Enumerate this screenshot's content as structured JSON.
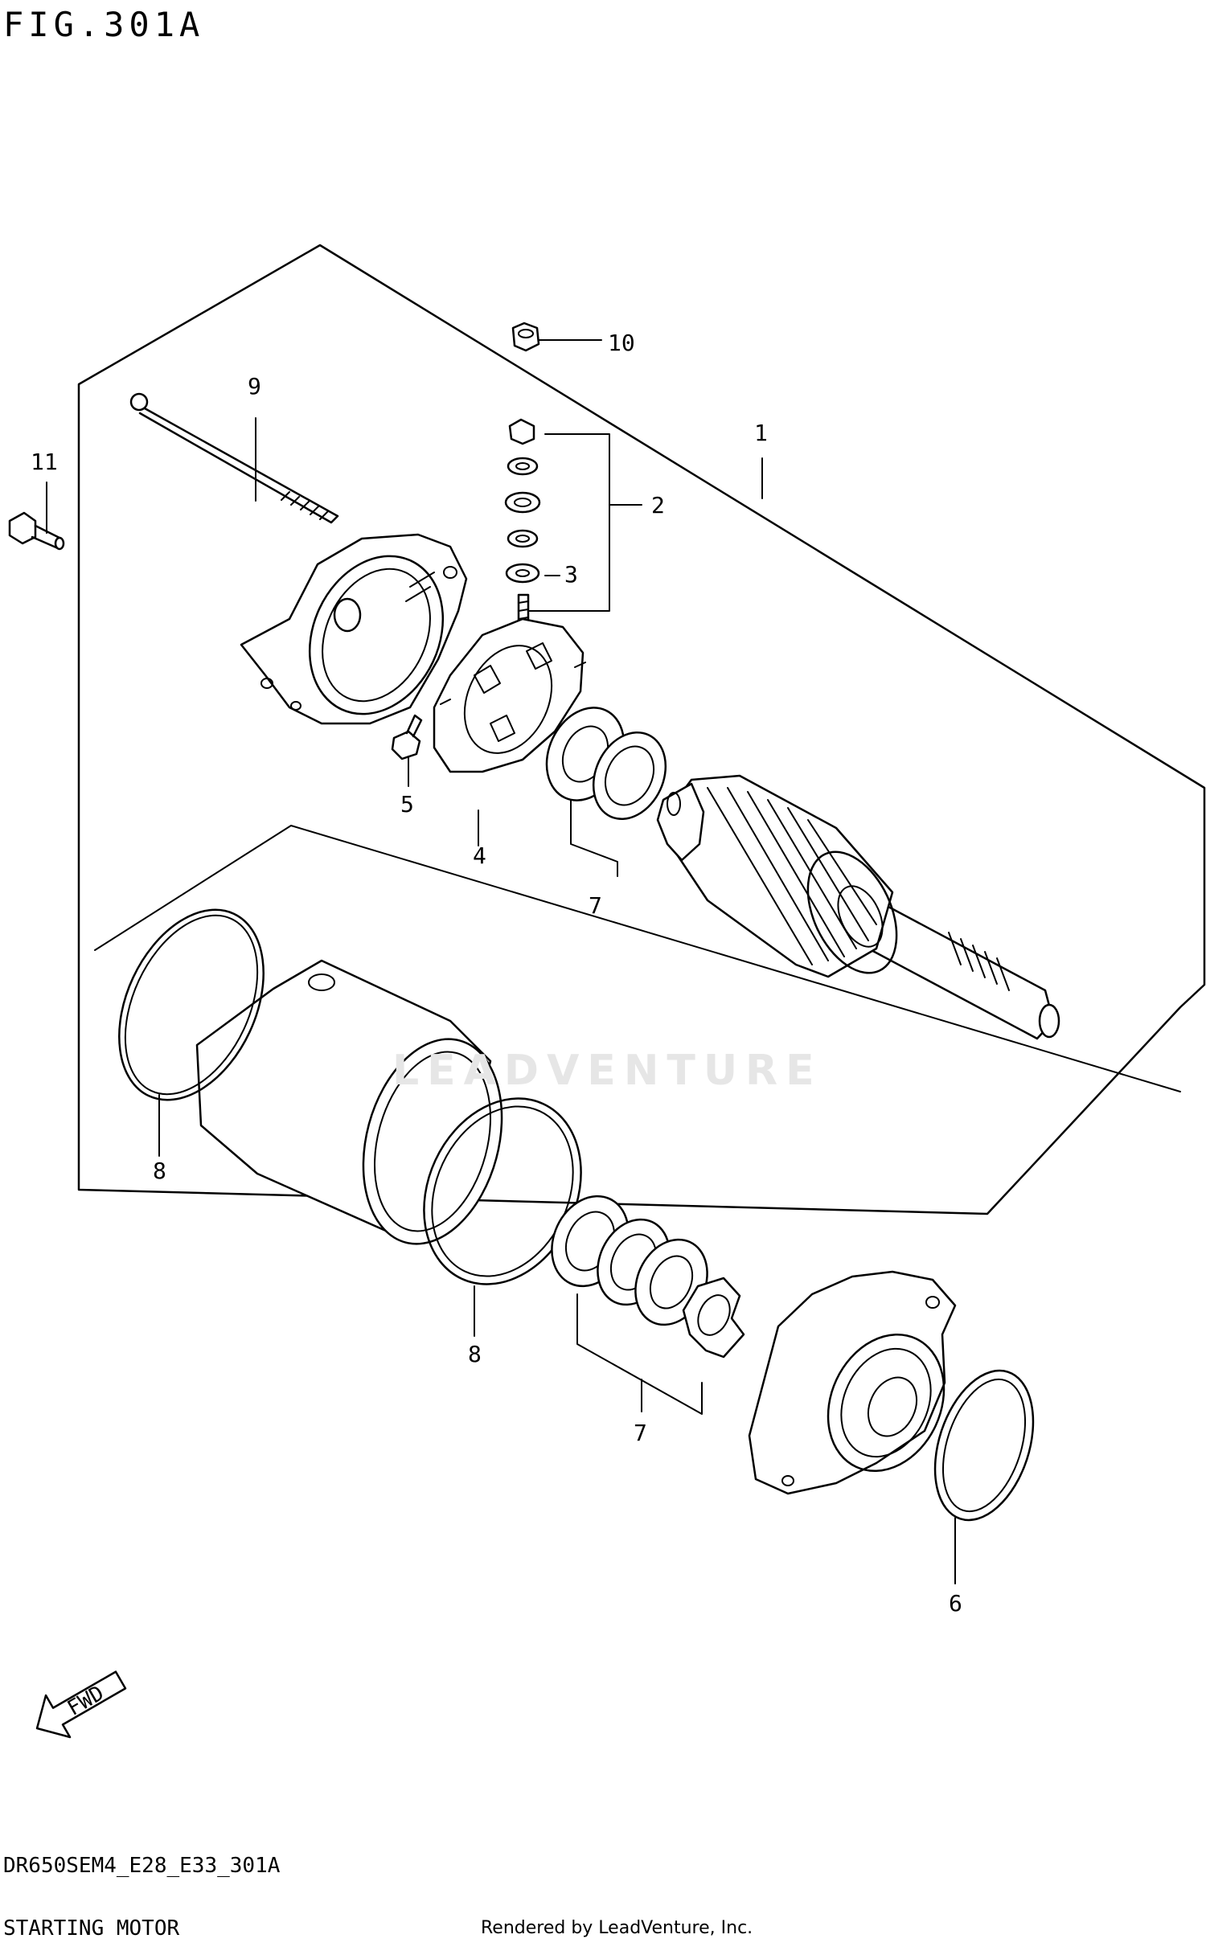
{
  "figure": {
    "title": "FIG.301A",
    "model_code": "DR650SEM4_E28_E33_301A",
    "section_name": "STARTING MOTOR",
    "rendered_by": "Rendered by LeadVenture, Inc.",
    "watermark": "LEADVENTURE",
    "fwd_label": "FWD"
  },
  "callouts": {
    "c1": "1",
    "c2": "2",
    "c3": "3",
    "c4": "4",
    "c5": "5",
    "c6": "6",
    "c7a": "7",
    "c7b": "7",
    "c8a": "8",
    "c8b": "8",
    "c9": "9",
    "c10": "10",
    "c11": "11"
  },
  "parts": [
    "starting-motor-assembly",
    "brush-set",
    "washer",
    "brush-holder",
    "terminal-clip",
    "o-ring",
    "washer-set",
    "o-ring",
    "through-bolt",
    "nut",
    "bolt"
  ]
}
